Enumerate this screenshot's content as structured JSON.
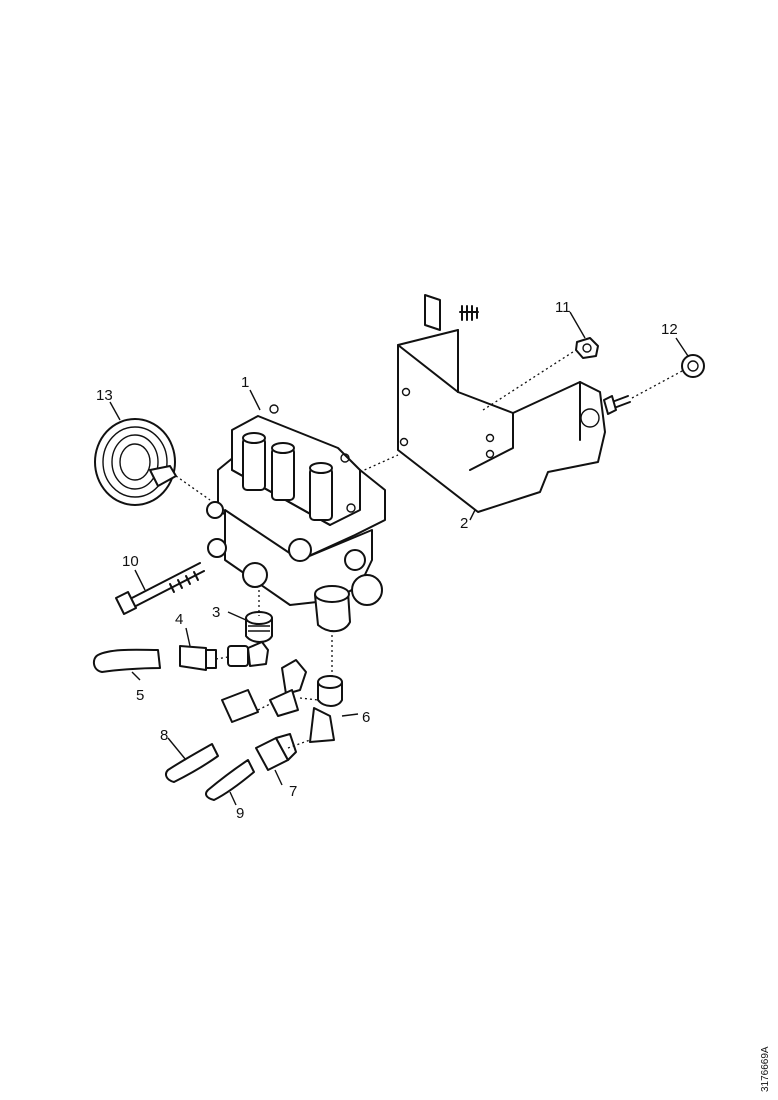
{
  "diagram": {
    "callouts": {
      "c1": "1",
      "c2": "2",
      "c3": "3",
      "c4": "4",
      "c5": "5",
      "c6": "6",
      "c7": "7",
      "c8": "8",
      "c9": "9",
      "c10": "10",
      "c11": "11",
      "c12": "12",
      "c13": "13"
    },
    "figure_code": "3176669A"
  }
}
